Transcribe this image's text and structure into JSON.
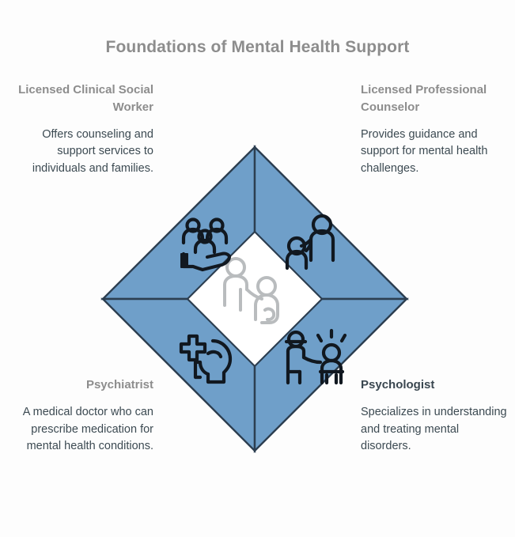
{
  "title": "Foundations of Mental Health Support",
  "colors": {
    "background": "#fdfdfd",
    "diamond_fill": "#6f9fc9",
    "diamond_stroke": "#2c3e50",
    "center_fill": "#ffffff",
    "heading_gray": "#8d8d8d",
    "heading_active": "#3a4750",
    "body_text": "#3c4a52",
    "icon_stroke": "#111820",
    "center_icon_stroke": "#b9bcbe"
  },
  "quadrants": {
    "top_left": {
      "heading": "Licensed Clinical Social Worker",
      "body": "Offers counseling and support services to individuals and families.",
      "icon": "hand-holding-family-icon",
      "active": false
    },
    "top_right": {
      "heading": "Licensed Professional Counselor",
      "body": "Provides guidance and support for mental health challenges.",
      "icon": "two-people-support-icon",
      "active": false
    },
    "bottom_left": {
      "heading": "Psychiatrist",
      "body": "A medical doctor who can prescribe medication for mental health conditions.",
      "icon": "head-medical-cross-icon",
      "active": false
    },
    "bottom_right": {
      "heading": "Psychologist",
      "body": "Specializes in understanding and treating mental disorders.",
      "icon": "therapy-session-icon",
      "active": true
    }
  },
  "center": {
    "icon": "caregiver-support-icon"
  }
}
